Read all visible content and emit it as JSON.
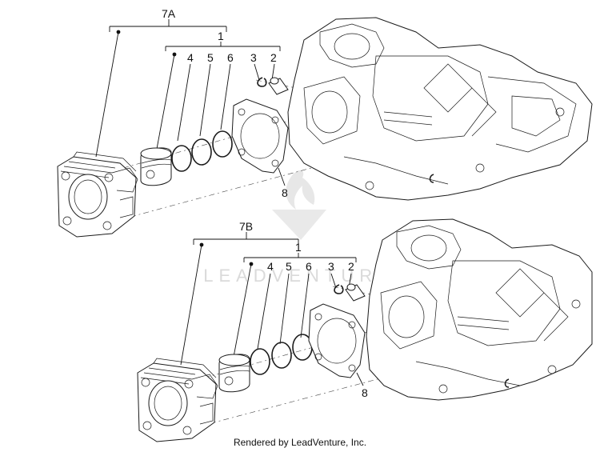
{
  "diagram": {
    "upper": {
      "assembly_label": "7A",
      "group_label": "1",
      "parts": [
        "4",
        "5",
        "6",
        "3",
        "2",
        "8"
      ]
    },
    "lower": {
      "assembly_label": "7B",
      "group_label": "1",
      "parts": [
        "4",
        "5",
        "6",
        "3",
        "2",
        "8"
      ]
    },
    "watermark": "LEADVENTURE"
  },
  "footer": {
    "text": "Rendered by LeadVenture, Inc."
  }
}
